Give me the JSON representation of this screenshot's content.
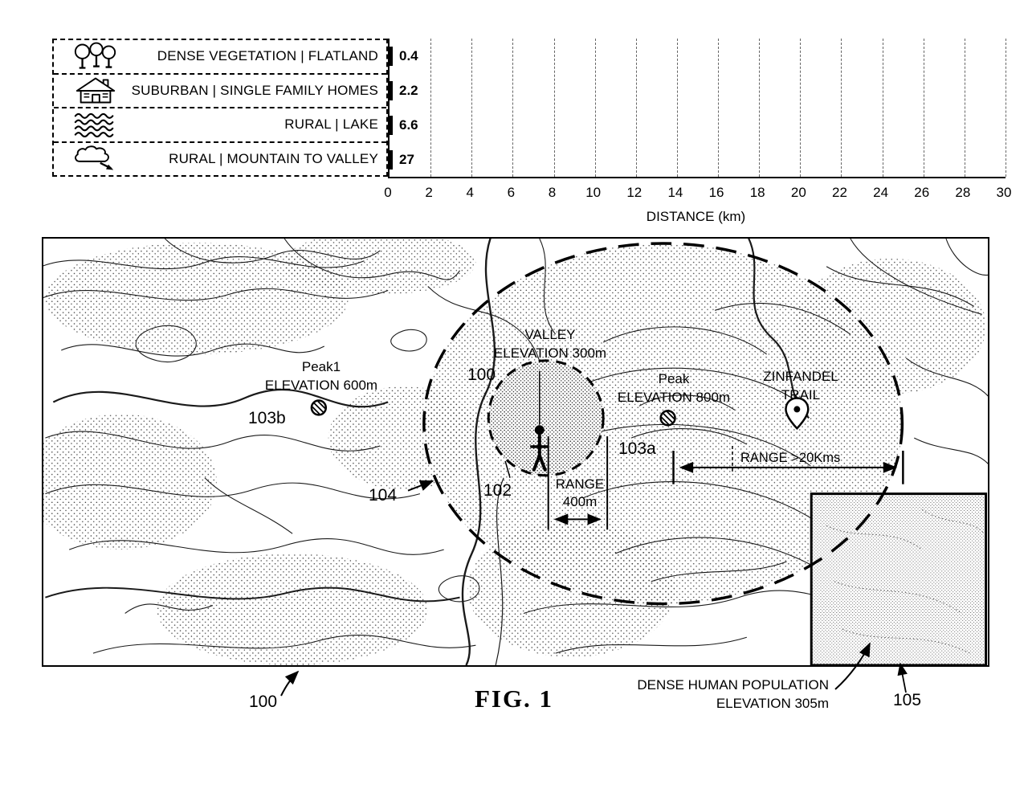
{
  "chart": {
    "x_axis_label": "DISTANCE (km)"
  },
  "chart_data": {
    "type": "bar",
    "orientation": "horizontal",
    "title": "",
    "xlabel": "DISTANCE (km)",
    "categories": [
      "DENSE VEGETATION | FLATLAND",
      "SUBURBAN | SINGLE FAMILY HOMES",
      "RURAL | LAKE",
      "RURAL | MOUNTAIN TO VALLEY"
    ],
    "values": [
      0.4,
      2.2,
      6.6,
      27
    ],
    "value_labels": [
      "0.4",
      "2.2",
      "6.6",
      "27"
    ],
    "icons": [
      "trees-icon",
      "house-icon",
      "water-waves-icon",
      "mountain-wind-icon"
    ],
    "x_ticks": [
      0,
      2,
      4,
      6,
      8,
      10,
      12,
      14,
      16,
      18,
      20,
      22,
      24,
      26,
      28,
      30
    ],
    "xlim": [
      0,
      30
    ],
    "grid": "vertical-dashed",
    "bar_fill": "stipple-dots",
    "legend_position": "left"
  },
  "map": {
    "labels": {
      "valley_title": "VALLEY",
      "valley_sub": "ELEVATION 300m",
      "ref_100_map": "100",
      "peak1_title": "Peak1",
      "peak1_sub": "ELEVATION 600m",
      "ref_103b": "103b",
      "peak_title": "Peak",
      "peak_sub": "ELEVATION 800m",
      "ref_103a": "103a",
      "zinfandel_title": "ZINFANDEL",
      "zinfandel_sub": "TRAIL",
      "ref_104": "104",
      "ref_102": "102",
      "range_400_line1": "RANGE",
      "range_400_line2": "400m",
      "range_20": "RANGE >20Kms",
      "dense_line1": "DENSE HUMAN POPULATION",
      "dense_line2": "ELEVATION 305m",
      "ref_105": "105",
      "ref_100_bottom": "100"
    }
  },
  "figure": {
    "caption": "FIG. 1"
  },
  "colors": {
    "ink": "#000000",
    "paper": "#ffffff"
  }
}
